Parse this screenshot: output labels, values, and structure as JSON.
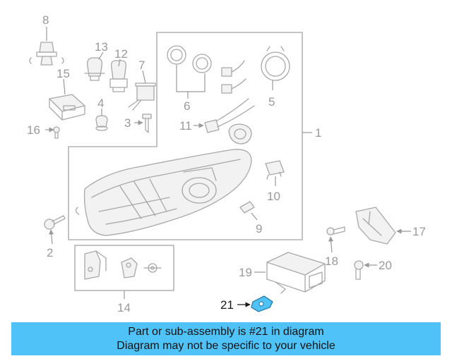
{
  "callouts": {
    "c1": "1",
    "c2": "2",
    "c3": "3",
    "c4": "4",
    "c5": "5",
    "c6": "6",
    "c7": "7",
    "c8": "8",
    "c9": "9",
    "c10": "10",
    "c11": "11",
    "c12": "12",
    "c13": "13",
    "c14": "14",
    "c15": "15",
    "c16": "16",
    "c17": "17",
    "c18": "18",
    "c19": "19",
    "c20": "20",
    "c21": "21"
  },
  "highlighted_part": "21",
  "colors": {
    "banner": "#4fc3f7",
    "highlight": "#4fc3f7",
    "line_gray": "#a8a8a8"
  },
  "banner": {
    "line1": "Part or sub-assembly is #21 in diagram",
    "line2": "Diagram may not be specific to your vehicle"
  }
}
